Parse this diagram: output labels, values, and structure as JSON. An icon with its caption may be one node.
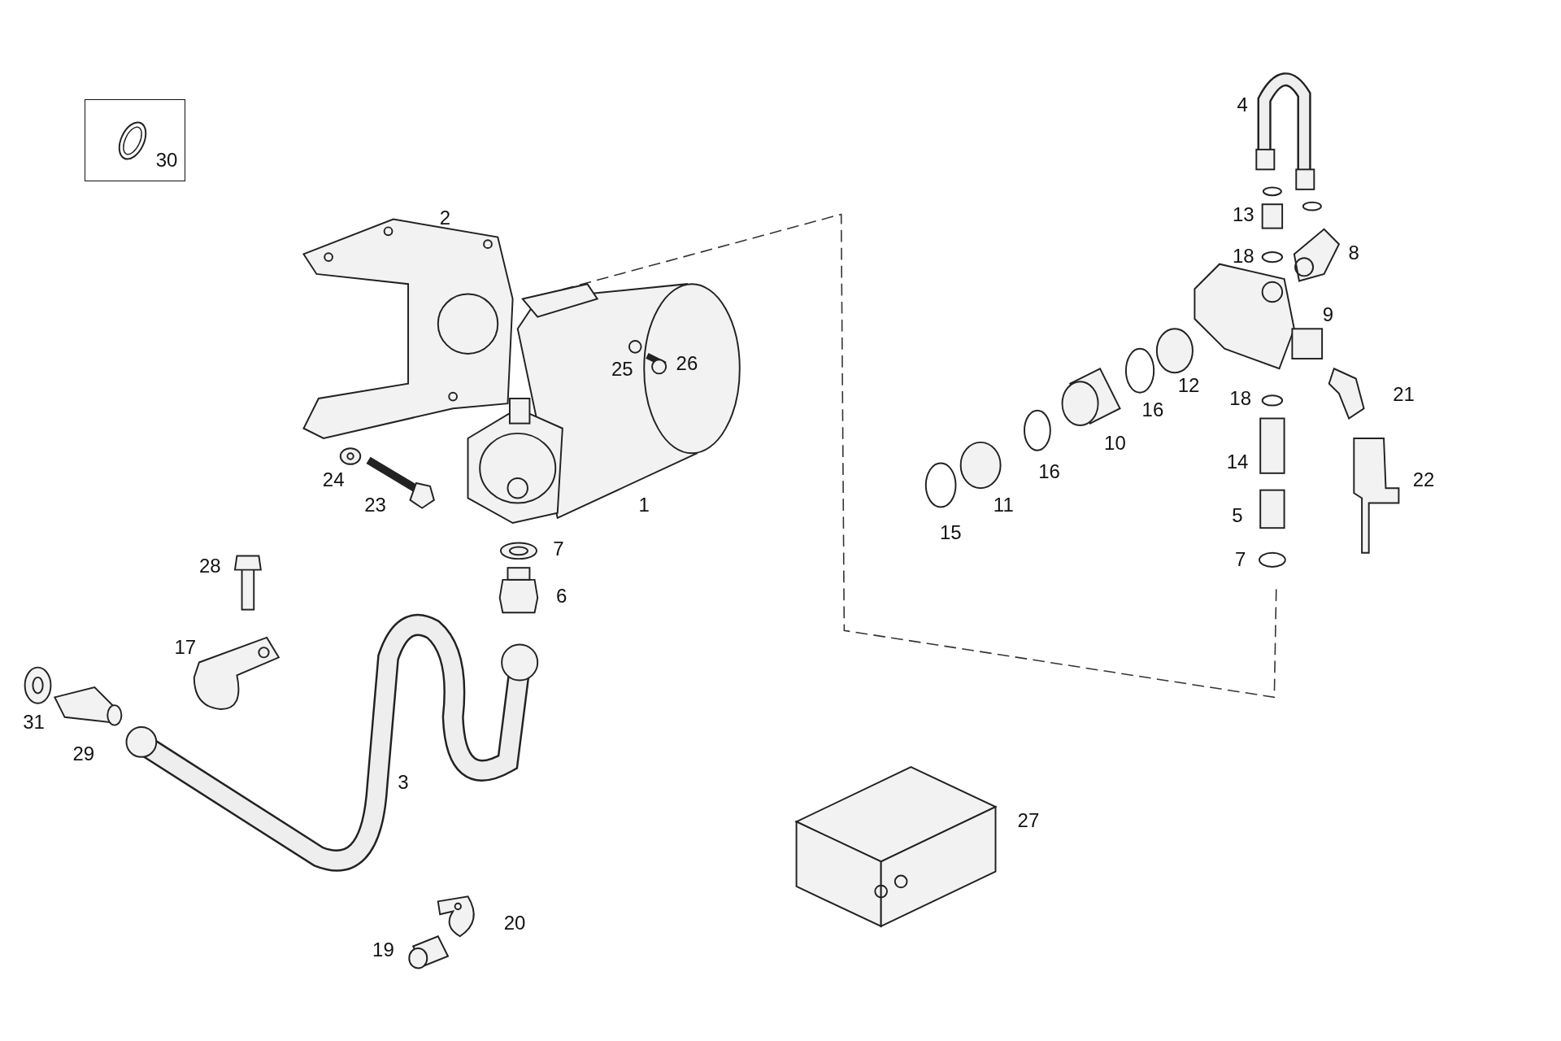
{
  "diagram": {
    "nodes": [
      {
        "text": [
          "30"
        ]
      }
    ],
    "labels": [
      "4",
      "13",
      "2",
      "8",
      "18",
      "9",
      "26",
      "25",
      "12",
      "21",
      "18",
      "16",
      "10",
      "14",
      "16",
      "24",
      "22",
      "1",
      "11",
      "23",
      "5",
      "15",
      "7",
      "7",
      "28",
      "6",
      "17",
      "31",
      "29",
      "3",
      "27",
      "20",
      "19"
    ]
  }
}
